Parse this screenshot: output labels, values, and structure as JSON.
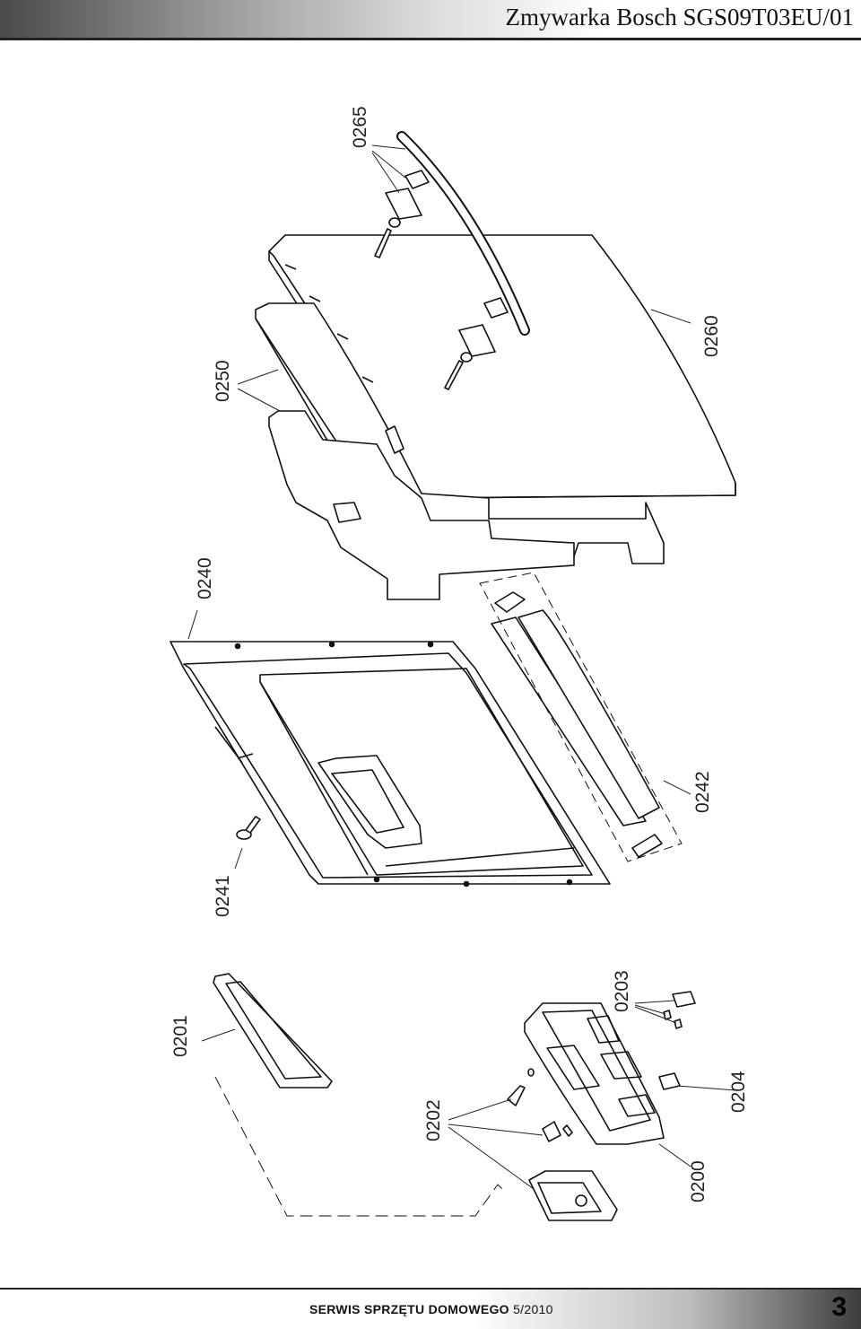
{
  "header": {
    "title": "Zmywarka Bosch SGS09T03EU/01"
  },
  "footer": {
    "service_name": "SERWIS SPRZĘTU DOMOWEGO",
    "date": "5/2010",
    "page_number": "3"
  },
  "parts": {
    "p0265": "0265",
    "p0250": "0250",
    "p0260": "0260",
    "p0240": "0240",
    "p0241": "0241",
    "p0242": "0242",
    "p0201": "0201",
    "p0202": "0202",
    "p0203": "0203",
    "p0204": "0204",
    "p0200": "0200"
  }
}
